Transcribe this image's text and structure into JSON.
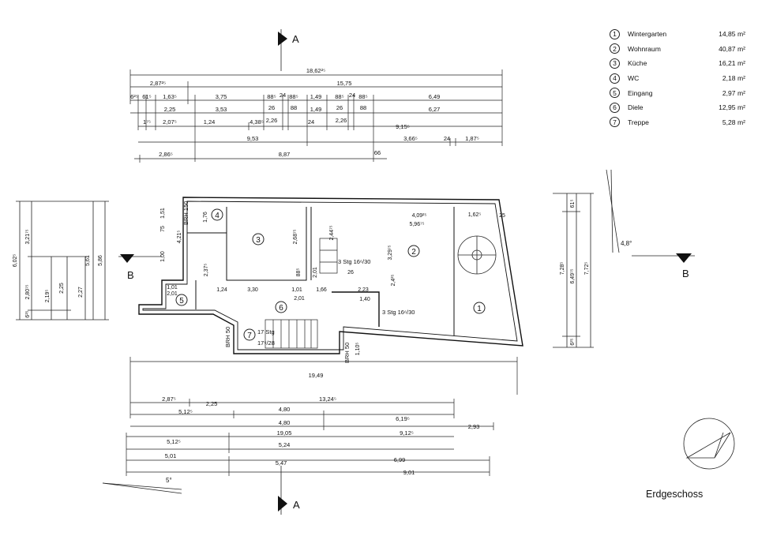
{
  "drawing": {
    "title": "Erdgeschoss",
    "section_labels": {
      "a_top": "A",
      "a_bottom": "A",
      "b_left": "B",
      "b_right": "B"
    },
    "angles": {
      "right": "4,8°",
      "bottom": "5°"
    }
  },
  "legend": [
    {
      "num": "1",
      "name": "Wintergarten",
      "area": "14,85 m²"
    },
    {
      "num": "2",
      "name": "Wohnraum",
      "area": "40,87 m²"
    },
    {
      "num": "3",
      "name": "Küche",
      "area": "16,21 m²"
    },
    {
      "num": "4",
      "name": "WC",
      "area": "2,18 m²"
    },
    {
      "num": "5",
      "name": "Eingang",
      "area": "2,97 m²"
    },
    {
      "num": "6",
      "name": "Diele",
      "area": "12,95 m²"
    },
    {
      "num": "7",
      "name": "Treppe",
      "area": "5,28 m²"
    }
  ],
  "rooms": [
    "1",
    "2",
    "3",
    "4",
    "5",
    "6",
    "7"
  ],
  "stairs": {
    "s1": "3 Stg 16⁶/30",
    "s2": "3 Stg 16⁶/30",
    "s3": "17 Stg",
    "s4": "17⁵/28"
  },
  "brh": {
    "a": "BRH 150",
    "b": "BRH 50",
    "c": "BRH 50"
  },
  "dims_top": {
    "r1": "18,62²⁵",
    "r2a": "2,87²⁵",
    "r2b": "15,75",
    "r3a": "6²⁵",
    "r3b": "61⁵",
    "r3c": "1,63⁵",
    "r3d": "3,75",
    "r3e": "1,49",
    "r3f": "6,49",
    "r3g": "88⁵",
    "r3h": "24",
    "r3i": "88⁵",
    "r3j": "88⁵",
    "r3k": "24",
    "r3l": "88⁵",
    "r4a": "2,25",
    "r4b": "3,53",
    "r4c": "1,49",
    "r4d": "6,27",
    "r4e": "26",
    "r4f": "88",
    "r4g": "26",
    "r4h": "88",
    "r5a": "1⁷⁵",
    "r5b": "2,07⁵",
    "r5c": "1,24",
    "r5d": "4,38⁵",
    "r5e": "2,26",
    "r5f": "24",
    "r5g": "2,26",
    "r5h": "9,15⁵",
    "r6a": "9,53",
    "r6b": "3,66⁵",
    "r6c": "24",
    "r6d": "1,87⁵",
    "r7a": "2,86⁵",
    "r7b": "8,87",
    "r7c": "66"
  },
  "dims_inside": {
    "d1": "1,76",
    "d2": "1,51",
    "d3": "75",
    "d4": "4,21⁵",
    "d5": "1,00",
    "d6": "2,68⁷⁵",
    "d7": "2,44⁷⁵",
    "d8": "4,09²⁵",
    "d9": "1,62⁵",
    "d10": "25",
    "d11": "5,96⁷⁵",
    "d12": "3,29⁷⁵",
    "d13": "2,37⁵",
    "d14": "3,30",
    "d15": "2,01",
    "d16": "1,24",
    "d17": "1,01",
    "d18": "1,66",
    "d19": "2,23",
    "d20": "1,01",
    "d21": "2,01",
    "d22": "1,40",
    "d23": "26",
    "d24": "1,10⁵",
    "d25": "2,01",
    "d26": "88⁵",
    "d27": "2,4²⁵"
  },
  "dims_left": {
    "l1": "6,02⁵",
    "l2": "3,21⁷⁵",
    "l3": "5,61",
    "l4": "5,86",
    "l5": "2,80⁷⁵",
    "l6": "2,19⁵",
    "l7": "2,25",
    "l8": "2,27",
    "l9": "6²⁵"
  },
  "dims_right": {
    "q1": "7,28⁵",
    "q2": "6,49⁷⁵",
    "q3": "7,72⁵",
    "q4": "61⁵",
    "q5": "6²⁵"
  },
  "dims_bottom": {
    "b1": "19,49",
    "b2a": "2,87⁵",
    "b2b": "13,24⁵",
    "b3a": "2,25",
    "b3b": "5,12⁵",
    "b3c": "4,80",
    "b3d": "6,19⁵",
    "b4a": "4,80",
    "b4b": "2,93",
    "b5a": "19,05",
    "b5b": "9,12⁵",
    "b6a": "5,12⁵",
    "b6b": "5,24",
    "b7a": "5,01",
    "b7b": "6,99",
    "b8a": "5,47",
    "b8b": "9,01"
  }
}
